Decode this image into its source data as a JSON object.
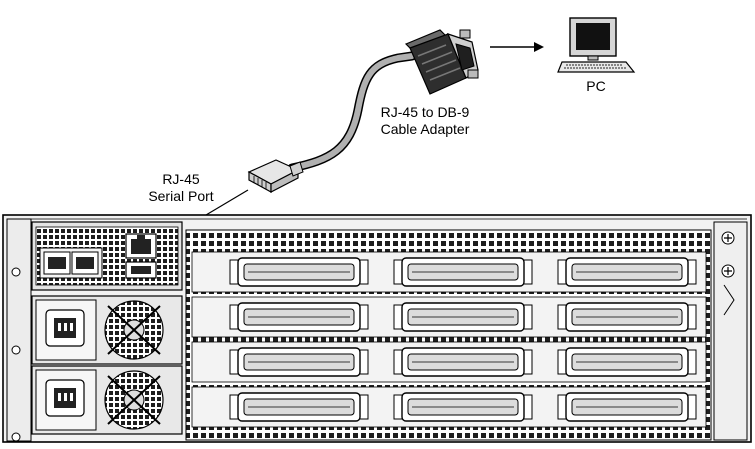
{
  "labels": {
    "adapter_line1": "RJ-45 to DB-9",
    "adapter_line2": "Cable Adapter",
    "port_line1": "RJ-45",
    "port_line2": "Serial Port",
    "pc": "PC"
  },
  "colors": {
    "line": "#000000",
    "metal": "#d8d8d8",
    "panel": "#eeeeee",
    "dark": "#1a1a1a",
    "connector": "#3a3a3a",
    "cable": "#a8a8a8"
  }
}
